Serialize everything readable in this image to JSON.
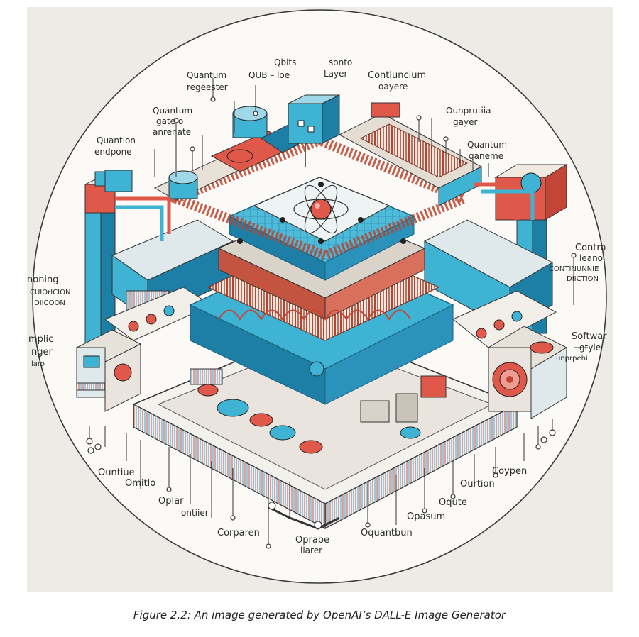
{
  "caption": "Figure 2.2: An image generated by OpenAI’s DALL-E Image Generator",
  "colors": {
    "background": "#ecebe6",
    "circle": "#fbfaf7",
    "cyan": "#3fb3d3",
    "cyanDark": "#1e7fa6",
    "red": "#e0584a",
    "ink": "#2a2a2a"
  },
  "labels": {
    "qbits": "Qbits",
    "qub": "QUB – loe",
    "sonto": "sonto",
    "layer": "Layer",
    "contluncium": "Contluncium",
    "oayere": "oayere",
    "quantum_register_1": "Quantum",
    "quantum_register_2": "regeester",
    "quantum_gate_1": "Quantum",
    "quantum_gate_2": "gate o",
    "quantum_gate_3": "anrenate",
    "quantion_endpone_1": "Quantion",
    "quantion_endpone_2": "endpone",
    "ounprutia_1": "Ounprutiia",
    "ounprutia_2": "gayer",
    "quantum_ganeme_1": "Quantum",
    "quantum_ganeme_2": "ganeme",
    "control_1": "Contro",
    "control_2": "leano",
    "control_3": "CONTINUNNIE",
    "control_4": "DIICTION",
    "noning_1": "noning",
    "noning_2": "CUIOrICION",
    "noning_3": "DIICOON",
    "mplic_1": "mplic",
    "mplic_2": "nger",
    "mplic_3": "laro",
    "software_1": "Softwar",
    "software_2": "gtyle",
    "software_3": "unprpehi",
    "ountiue": "Ountiue",
    "omitlo": "Omitlo",
    "oplar": "Oplar",
    "ontiier": "ontiier",
    "corparen": "Corparen",
    "oprabe_1": "Oprabe",
    "oprabe_2": "liarer",
    "oquantbun": "Oquantbun",
    "opasum": "Opasum",
    "oqute": "Oqute",
    "ourtion": "Ourtion",
    "coypen": "Coypen"
  }
}
